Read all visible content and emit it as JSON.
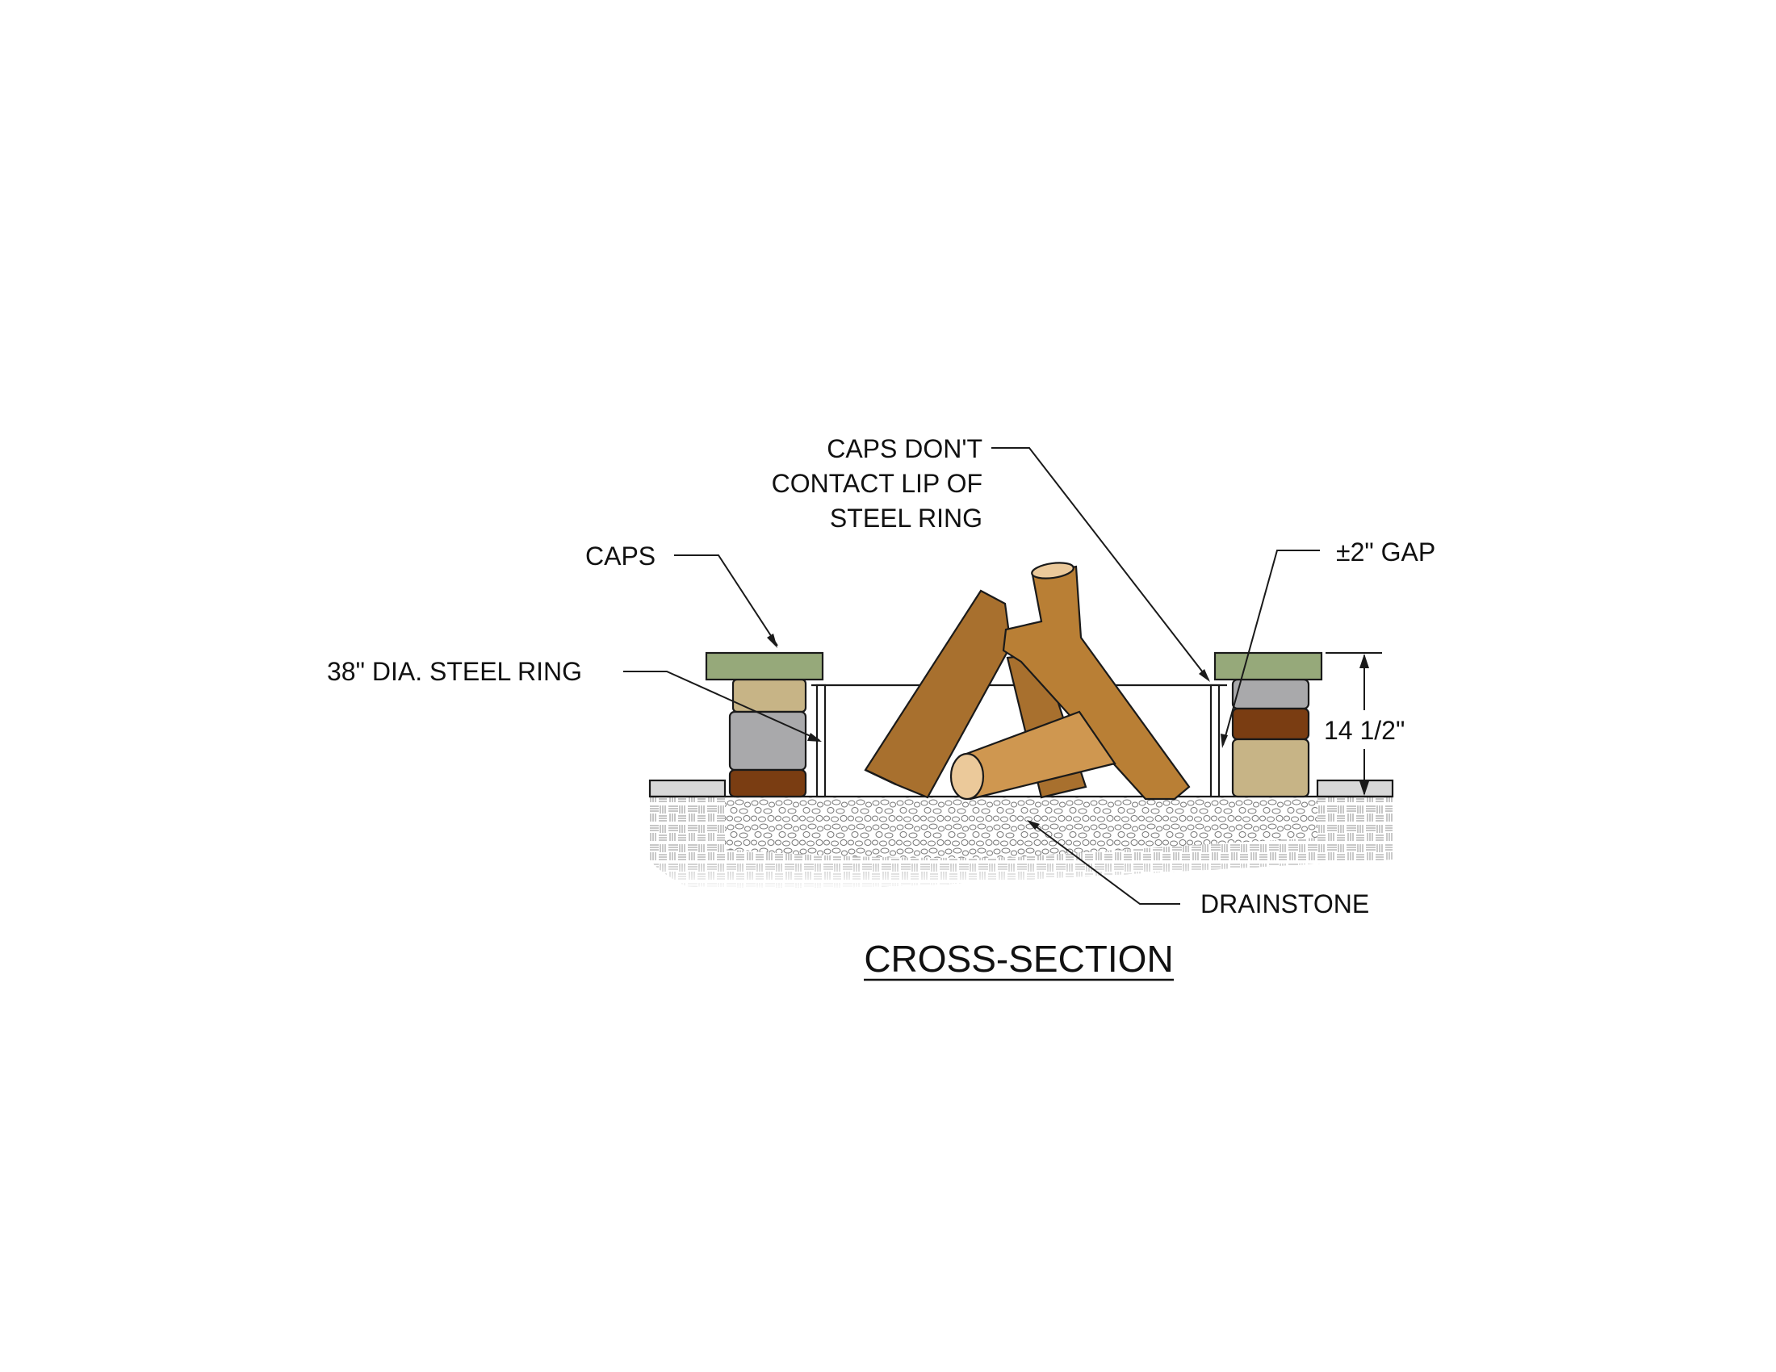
{
  "title": "CROSS-SECTION",
  "labels": {
    "caps": "CAPS",
    "steel_ring": "38\" DIA. STEEL RING",
    "caps_note_line1": "CAPS DON'T",
    "caps_note_line2": "CONTACT LIP OF",
    "caps_note_line3": "STEEL RING",
    "gap": "±2\" GAP",
    "height": "14 1/2\"",
    "drainstone": "DRAINSTONE"
  },
  "colors": {
    "cap": "#96a97a",
    "stone_tan": "#c7b486",
    "stone_grey": "#a9a9ab",
    "stone_brown": "#7a3d12",
    "log_dark": "#a8702e",
    "log_mid": "#b97f35",
    "log_light": "#cf9750",
    "log_end": "#ebc99a",
    "ground": "#d8d8d8"
  }
}
